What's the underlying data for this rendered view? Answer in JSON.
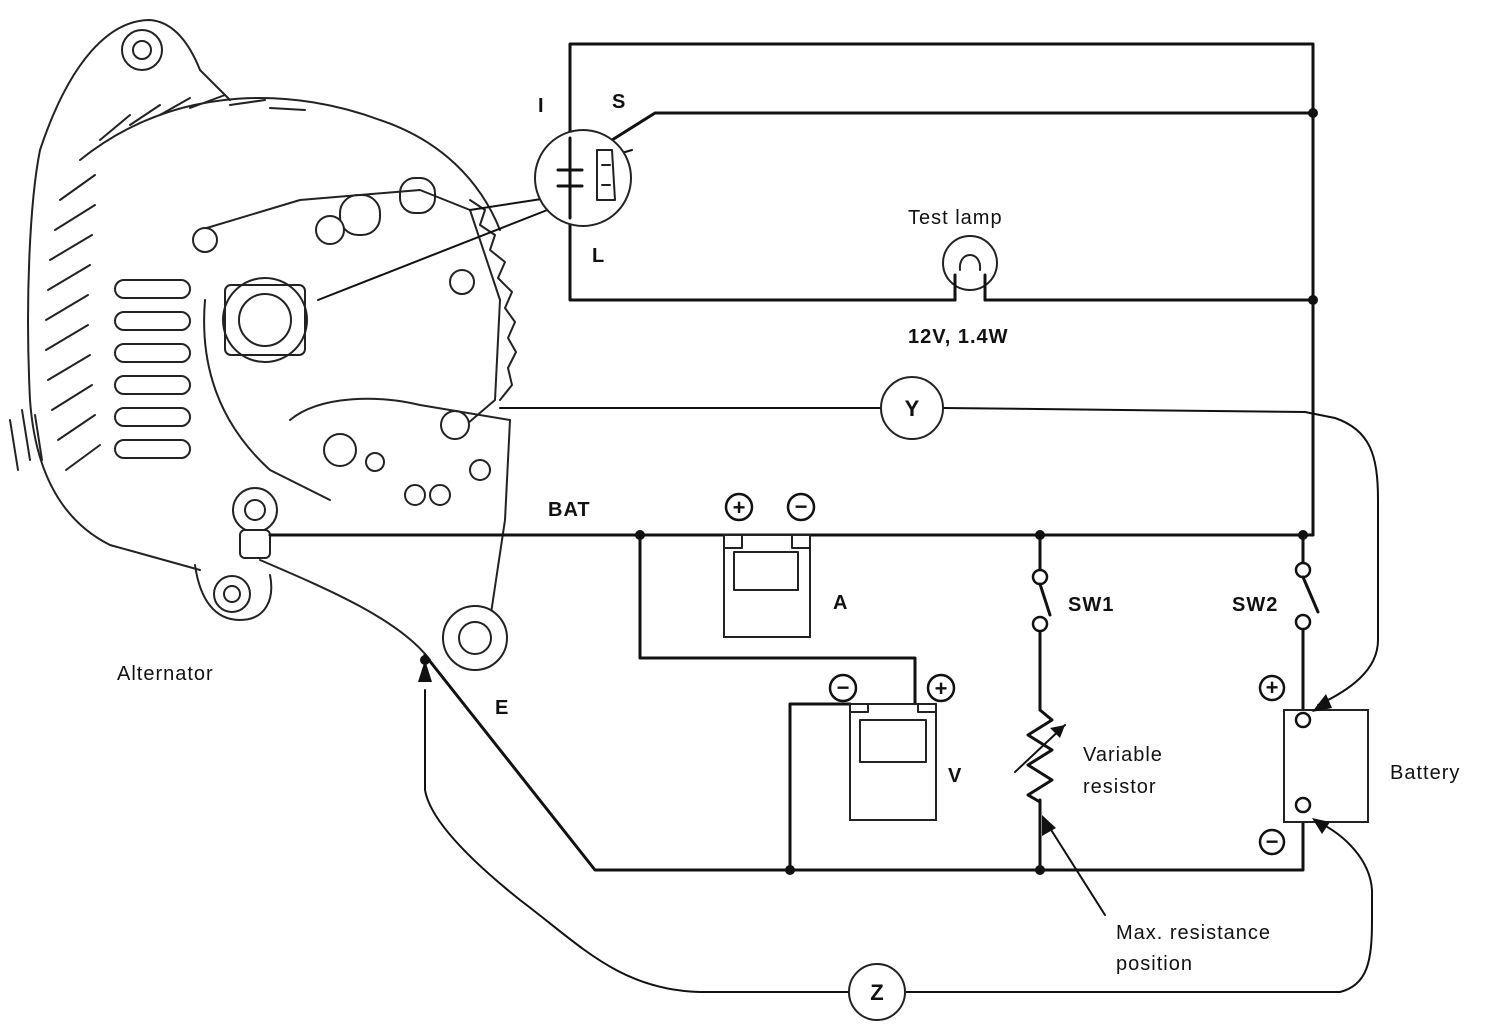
{
  "labels": {
    "alternator": "Alternator",
    "terminal_i": "I",
    "terminal_s": "S",
    "terminal_l": "L",
    "terminal_bat": "BAT",
    "terminal_e": "E",
    "test_lamp": "Test lamp",
    "lamp_rating": "12V, 1.4W",
    "gauge_y": "Y",
    "gauge_z": "Z",
    "ammeter": "A",
    "voltmeter": "V",
    "switch_1": "SW1",
    "switch_2": "SW2",
    "variable_resistor_line1": "Variable",
    "variable_resistor_line2": "resistor",
    "battery": "Battery",
    "max_resistance_line1": "Max. resistance",
    "max_resistance_line2": "position",
    "plus": "+",
    "minus": "−"
  }
}
